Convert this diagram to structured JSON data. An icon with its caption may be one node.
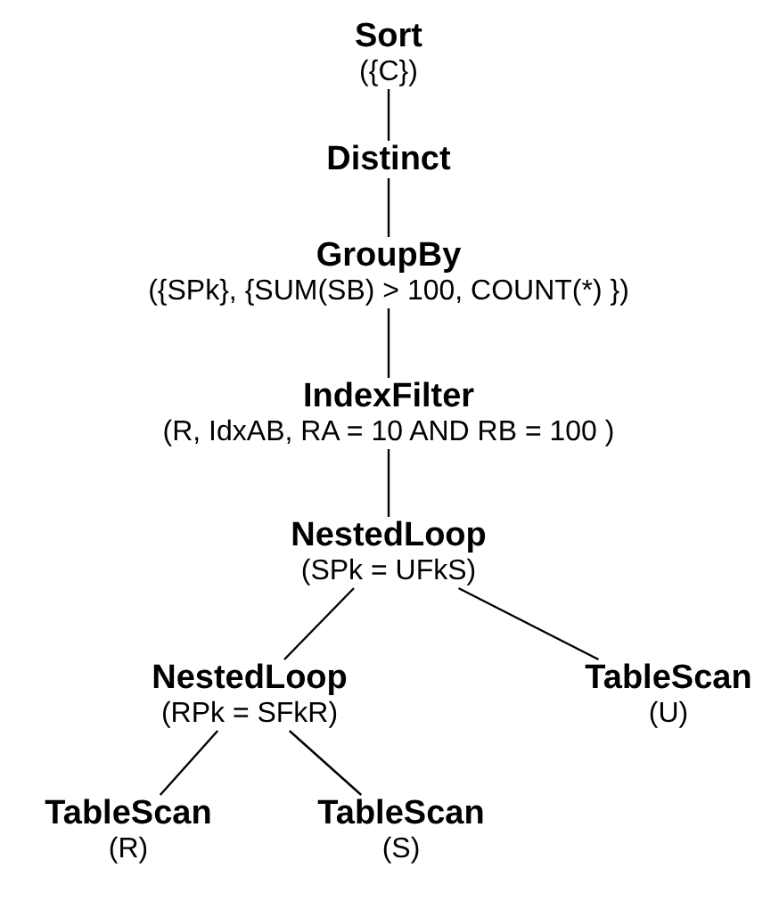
{
  "diagram": {
    "nodes": [
      {
        "text": [
          "Sort",
          "({C})"
        ]
      },
      {
        "text": [
          "Distinct"
        ]
      },
      {
        "text": [
          "GroupBy",
          "({SPk}, {SUM(SB) > 100, COUNT(*) })"
        ]
      },
      {
        "text": [
          "IndexFilter",
          "(R, IdxAB, RA = 10 AND RB = 100 )"
        ]
      },
      {
        "text": [
          "NestedLoop",
          "(SPk = UFkS)"
        ]
      },
      {
        "text": [
          "NestedLoop",
          "(RPk = SFkR)"
        ]
      },
      {
        "text": [
          "TableScan",
          "(U)"
        ]
      },
      {
        "text": [
          "TableScan",
          "(R)"
        ]
      },
      {
        "text": [
          "TableScan",
          "(S)"
        ]
      }
    ],
    "edges": [
      {
        "from": 0,
        "to": 1,
        "arrow": "none"
      },
      {
        "from": 1,
        "to": 2,
        "arrow": "none"
      },
      {
        "from": 2,
        "to": 3,
        "arrow": "none"
      },
      {
        "from": 3,
        "to": 4,
        "arrow": "none"
      },
      {
        "from": 4,
        "to": 5,
        "arrow": "none"
      },
      {
        "from": 4,
        "to": 6,
        "arrow": "none"
      },
      {
        "from": 5,
        "to": 7,
        "arrow": "none"
      },
      {
        "from": 5,
        "to": 8,
        "arrow": "none"
      }
    ]
  }
}
